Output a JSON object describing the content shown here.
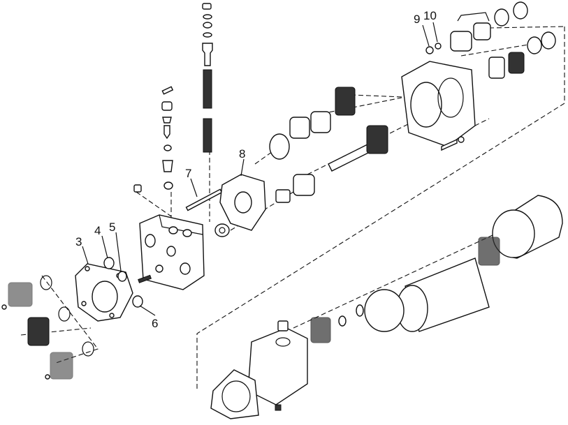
{
  "diagram": {
    "type": "exploded-parts-view",
    "labels": {
      "l3": "3",
      "l4": "4",
      "l5": "5",
      "l6": "6",
      "l7": "7",
      "l8": "8",
      "l9": "9",
      "l10": "10"
    },
    "colors": {
      "line": "#111111",
      "background": "#ffffff"
    }
  }
}
